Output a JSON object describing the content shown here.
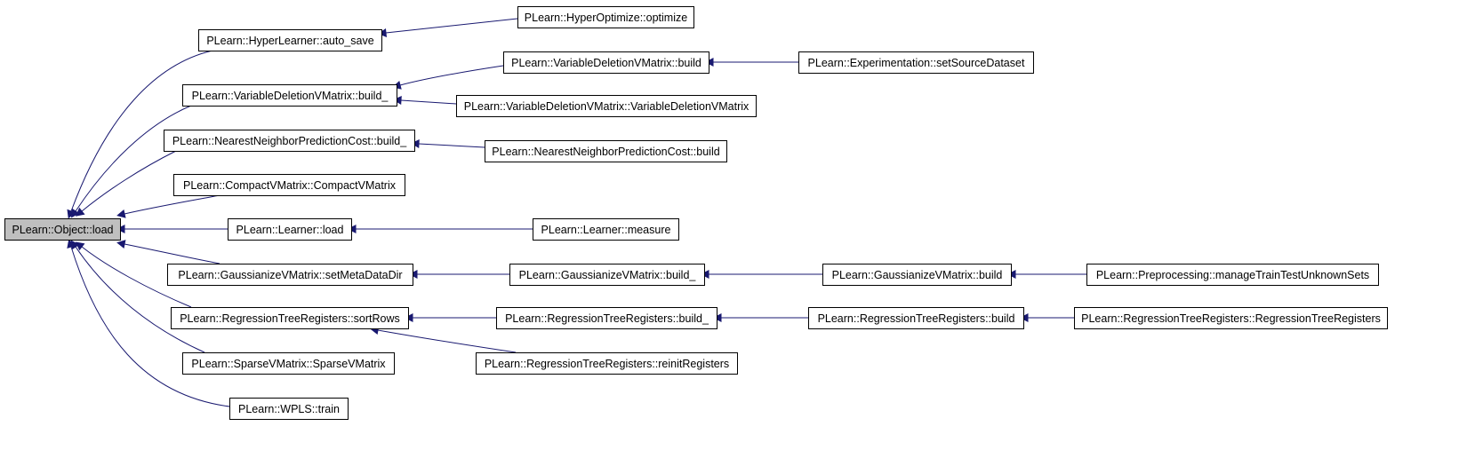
{
  "diagram": {
    "type": "doxygen-caller-graph",
    "colors": {
      "edge": "#191970",
      "root_fill": "#bfbfbf",
      "node_fill": "#ffffff",
      "node_border": "#000000"
    },
    "nodes": [
      {
        "id": "object_load",
        "label": "PLearn::Object::load",
        "root": true
      },
      {
        "id": "hl_auto_save",
        "label": "PLearn::HyperLearner::auto_save"
      },
      {
        "id": "ho_optimize",
        "label": "PLearn::HyperOptimize::optimize"
      },
      {
        "id": "vdvm_build_",
        "label": "PLearn::VariableDeletionVMatrix::build_"
      },
      {
        "id": "vdvm_build",
        "label": "PLearn::VariableDeletionVMatrix::build"
      },
      {
        "id": "exp_setsource",
        "label": "PLearn::Experimentation::setSourceDataset"
      },
      {
        "id": "vdvm_ctor",
        "label": "PLearn::VariableDeletionVMatrix::VariableDeletionVMatrix"
      },
      {
        "id": "nnpc_build_",
        "label": "PLearn::NearestNeighborPredictionCost::build_"
      },
      {
        "id": "nnpc_build",
        "label": "PLearn::NearestNeighborPredictionCost::build"
      },
      {
        "id": "cvm_ctor",
        "label": "PLearn::CompactVMatrix::CompactVMatrix"
      },
      {
        "id": "learner_load",
        "label": "PLearn::Learner::load"
      },
      {
        "id": "learner_measure",
        "label": "PLearn::Learner::measure"
      },
      {
        "id": "gvm_setmeta",
        "label": "PLearn::GaussianizeVMatrix::setMetaDataDir"
      },
      {
        "id": "gvm_build_",
        "label": "PLearn::GaussianizeVMatrix::build_"
      },
      {
        "id": "gvm_build",
        "label": "PLearn::GaussianizeVMatrix::build"
      },
      {
        "id": "prep_manage",
        "label": "PLearn::Preprocessing::manageTrainTestUnknownSets"
      },
      {
        "id": "rtr_sortrows",
        "label": "PLearn::RegressionTreeRegisters::sortRows"
      },
      {
        "id": "rtr_build_",
        "label": "PLearn::RegressionTreeRegisters::build_"
      },
      {
        "id": "rtr_build",
        "label": "PLearn::RegressionTreeRegisters::build"
      },
      {
        "id": "rtr_ctor",
        "label": "PLearn::RegressionTreeRegisters::RegressionTreeRegisters"
      },
      {
        "id": "rtr_reinit",
        "label": "PLearn::RegressionTreeRegisters::reinitRegisters"
      },
      {
        "id": "svm_ctor",
        "label": "PLearn::SparseVMatrix::SparseVMatrix"
      },
      {
        "id": "wpls_train",
        "label": "PLearn::WPLS::train"
      }
    ],
    "edges": [
      {
        "from": "hl_auto_save",
        "to": "object_load"
      },
      {
        "from": "vdvm_build_",
        "to": "object_load"
      },
      {
        "from": "nnpc_build_",
        "to": "object_load"
      },
      {
        "from": "cvm_ctor",
        "to": "object_load"
      },
      {
        "from": "learner_load",
        "to": "object_load"
      },
      {
        "from": "gvm_setmeta",
        "to": "object_load"
      },
      {
        "from": "rtr_sortrows",
        "to": "object_load"
      },
      {
        "from": "svm_ctor",
        "to": "object_load"
      },
      {
        "from": "wpls_train",
        "to": "object_load"
      },
      {
        "from": "ho_optimize",
        "to": "hl_auto_save"
      },
      {
        "from": "vdvm_build",
        "to": "vdvm_build_"
      },
      {
        "from": "vdvm_ctor",
        "to": "vdvm_build_"
      },
      {
        "from": "exp_setsource",
        "to": "vdvm_build"
      },
      {
        "from": "nnpc_build",
        "to": "nnpc_build_"
      },
      {
        "from": "learner_measure",
        "to": "learner_load"
      },
      {
        "from": "gvm_build_",
        "to": "gvm_setmeta"
      },
      {
        "from": "gvm_build",
        "to": "gvm_build_"
      },
      {
        "from": "prep_manage",
        "to": "gvm_build"
      },
      {
        "from": "rtr_build_",
        "to": "rtr_sortrows"
      },
      {
        "from": "rtr_reinit",
        "to": "rtr_sortrows"
      },
      {
        "from": "rtr_build",
        "to": "rtr_build_"
      },
      {
        "from": "rtr_ctor",
        "to": "rtr_build"
      }
    ]
  }
}
